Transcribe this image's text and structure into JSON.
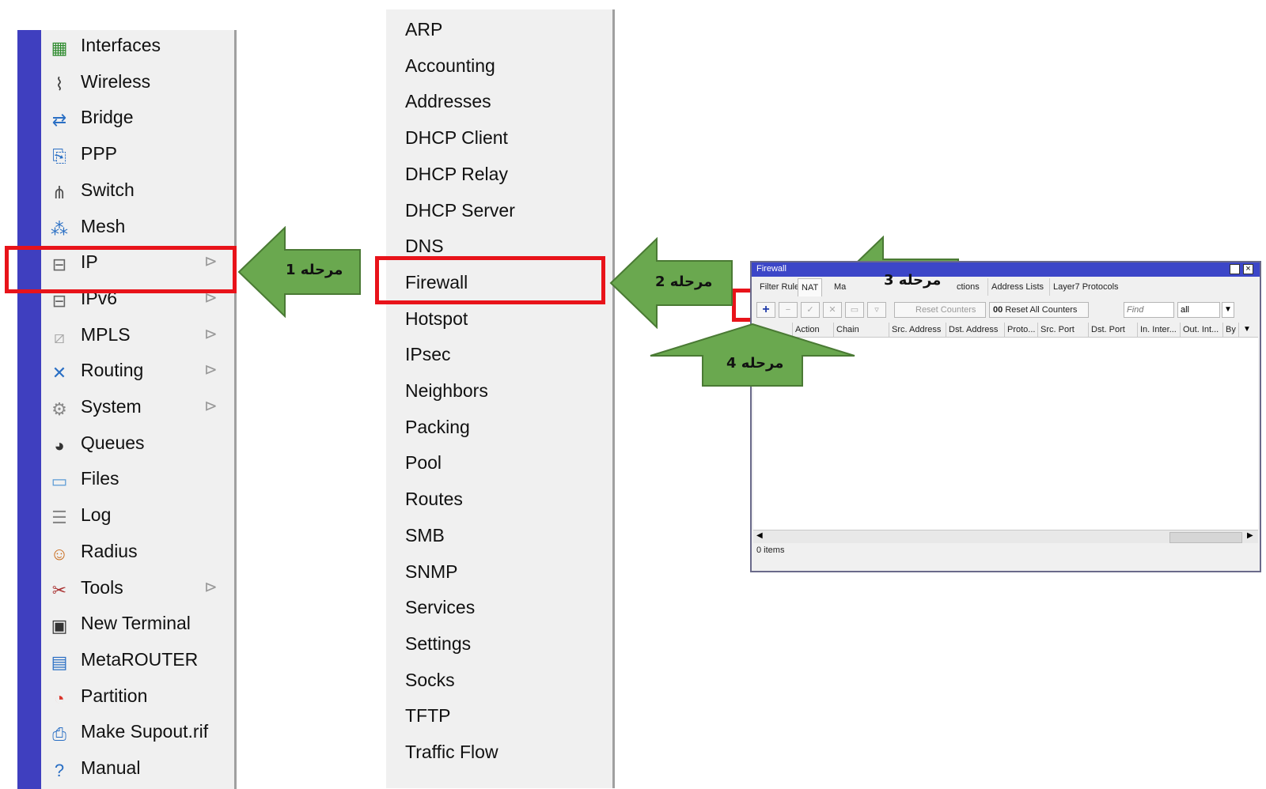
{
  "left_menu": {
    "items": [
      {
        "label": "Interfaces",
        "icon": "interfaces-icon",
        "submenu": false
      },
      {
        "label": "Wireless",
        "icon": "wireless-icon",
        "submenu": false
      },
      {
        "label": "Bridge",
        "icon": "bridge-icon",
        "submenu": false
      },
      {
        "label": "PPP",
        "icon": "ppp-icon",
        "submenu": false
      },
      {
        "label": "Switch",
        "icon": "switch-icon",
        "submenu": false
      },
      {
        "label": "Mesh",
        "icon": "mesh-icon",
        "submenu": false
      },
      {
        "label": "IP",
        "icon": "ip-icon",
        "submenu": true
      },
      {
        "label": "IPv6",
        "icon": "ipv6-icon",
        "submenu": true
      },
      {
        "label": "MPLS",
        "icon": "mpls-icon",
        "submenu": true
      },
      {
        "label": "Routing",
        "icon": "routing-icon",
        "submenu": true
      },
      {
        "label": "System",
        "icon": "system-icon",
        "submenu": true
      },
      {
        "label": "Queues",
        "icon": "queues-icon",
        "submenu": false
      },
      {
        "label": "Files",
        "icon": "files-icon",
        "submenu": false
      },
      {
        "label": "Log",
        "icon": "log-icon",
        "submenu": false
      },
      {
        "label": "Radius",
        "icon": "radius-icon",
        "submenu": false
      },
      {
        "label": "Tools",
        "icon": "tools-icon",
        "submenu": true
      },
      {
        "label": "New Terminal",
        "icon": "terminal-icon",
        "submenu": false
      },
      {
        "label": "MetaROUTER",
        "icon": "metarouter-icon",
        "submenu": false
      },
      {
        "label": "Partition",
        "icon": "partition-icon",
        "submenu": false
      },
      {
        "label": "Make Supout.rif",
        "icon": "supout-icon",
        "submenu": false
      },
      {
        "label": "Manual",
        "icon": "manual-icon",
        "submenu": false
      }
    ]
  },
  "ip_submenu": {
    "items": [
      "ARP",
      "Accounting",
      "Addresses",
      "DHCP Client",
      "DHCP Relay",
      "DHCP Server",
      "DNS",
      "Firewall",
      "Hotspot",
      "IPsec",
      "Neighbors",
      "Packing",
      "Pool",
      "Routes",
      "SMB",
      "SNMP",
      "Services",
      "Settings",
      "Socks",
      "TFTP",
      "Traffic Flow"
    ]
  },
  "steps": {
    "step1": "مرحله 1",
    "step2": "مرحله 2",
    "step3": "مرحله 3",
    "step4": "مرحله 4"
  },
  "firewall_window": {
    "title": "Firewall",
    "tabs": [
      "Filter Rules",
      "NAT",
      "Ma",
      "ctions",
      "Address Lists",
      "Layer7 Protocols"
    ],
    "toolbar": {
      "add": "+",
      "reset_counters": "Reset Counters",
      "reset_all_counters_prefix": "00",
      "reset_all_counters": "Reset All Counters",
      "find_placeholder": "Find",
      "filter_value": "all"
    },
    "columns": [
      "#",
      "Action",
      "Chain",
      "Src. Address",
      "Dst. Address",
      "Proto...",
      "Src. Port",
      "Dst. Port",
      "In. Inter...",
      "Out. Int...",
      "By"
    ],
    "status": "0 items"
  },
  "colors": {
    "accent_strip": "#3f3fbf",
    "highlight": "#e8131a",
    "arrow_fill": "#6aa84f",
    "arrow_stroke": "#4a7a34",
    "title_bar": "#3c46c8"
  }
}
